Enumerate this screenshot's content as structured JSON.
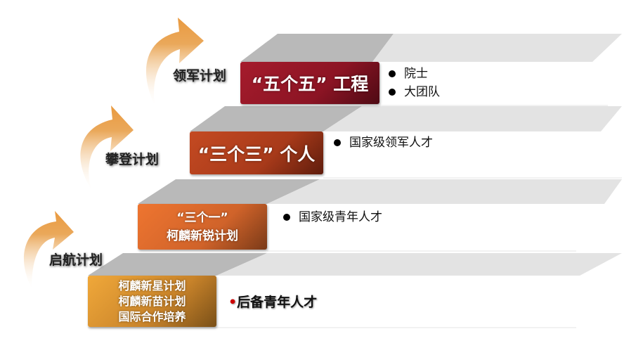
{
  "colors": {
    "step1": "#e9a336",
    "step2": "#e8722e",
    "step3": "#bf4420",
    "step4": "#9c1a2a",
    "arrow": "#eaa85a",
    "plane_dark": "#b9b9b9",
    "plane_light": "#e3e3e3"
  },
  "plans": [
    {
      "label": "启航计划",
      "icon": "curved-arrow-icon"
    },
    {
      "label": "攀登计划",
      "icon": "curved-arrow-icon"
    },
    {
      "label": "领军计划",
      "icon": "curved-arrow-icon"
    }
  ],
  "steps": [
    {
      "lines": [
        "柯麟新星计划",
        "柯麟新苗计划",
        "国际合作培养"
      ],
      "bullets": [
        "后备青年人才"
      ]
    },
    {
      "lines": [
        "“三个一”",
        "柯麟新锐计划"
      ],
      "bullets": [
        "国家级青年人才"
      ]
    },
    {
      "lines": [
        "“三个三” 个人"
      ],
      "bullets": [
        "国家级领军人才"
      ]
    },
    {
      "lines": [
        "“五个五” 工程"
      ],
      "bullets": [
        "院士",
        "大团队"
      ]
    }
  ]
}
